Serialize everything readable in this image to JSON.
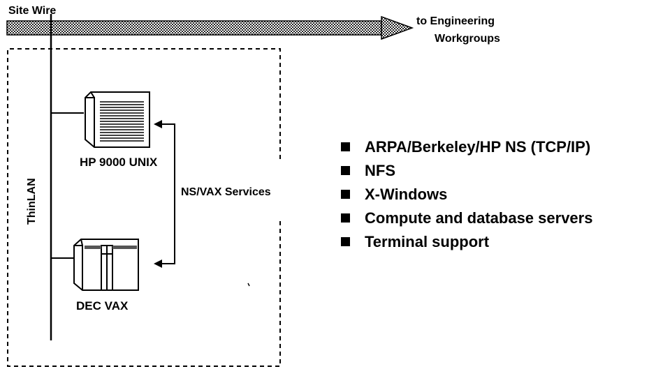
{
  "site_wire": {
    "label": "Site Wire",
    "destination": [
      "to Engineering",
      "Workgroups"
    ]
  },
  "thinlan": {
    "label": "ThinLAN"
  },
  "hp9000": {
    "label": "HP 9000 UNIX",
    "icon": "server-tower-icon"
  },
  "decvax": {
    "label": "DEC VAX",
    "icon": "minicomputer-cabinet-icon"
  },
  "services": {
    "label": "NS/VAX Services"
  },
  "features": [
    "ARPA/Berkeley/HP NS (TCP/IP)",
    "NFS",
    "X-Windows",
    "Compute and database servers",
    "Terminal support"
  ]
}
